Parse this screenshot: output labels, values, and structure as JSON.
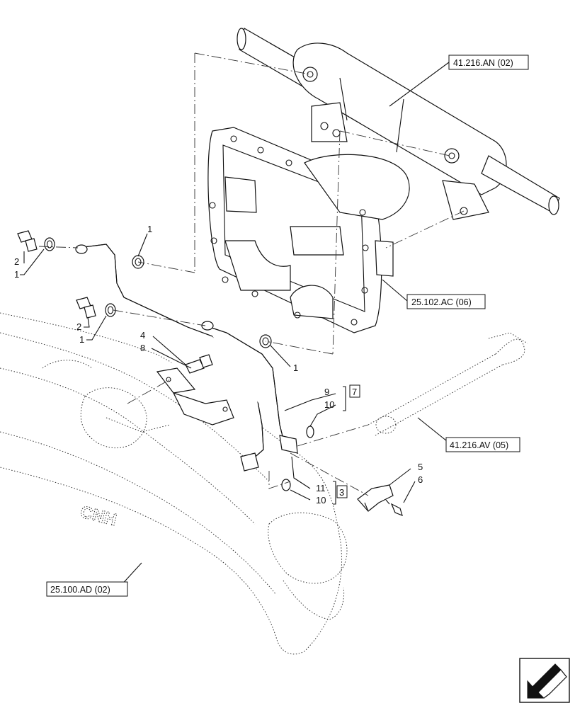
{
  "refs": {
    "steering_cylinder": "41.216.AN (02)",
    "axle_housing": "25.102.AC (06)",
    "tie_rod": "41.216.AV (05)",
    "front_axle": "25.100.AD (02)"
  },
  "callouts": {
    "n1a": "1",
    "n1b": "1",
    "n1c": "1",
    "n1d": "1",
    "n2a": "2",
    "n2b": "2",
    "n4": "4",
    "n8": "8",
    "n9": "9",
    "n10a": "10",
    "n10b": "10",
    "n11": "11",
    "n5": "5",
    "n6": "6",
    "box7": "7",
    "box3": "3"
  },
  "axle_logo": "CNH"
}
